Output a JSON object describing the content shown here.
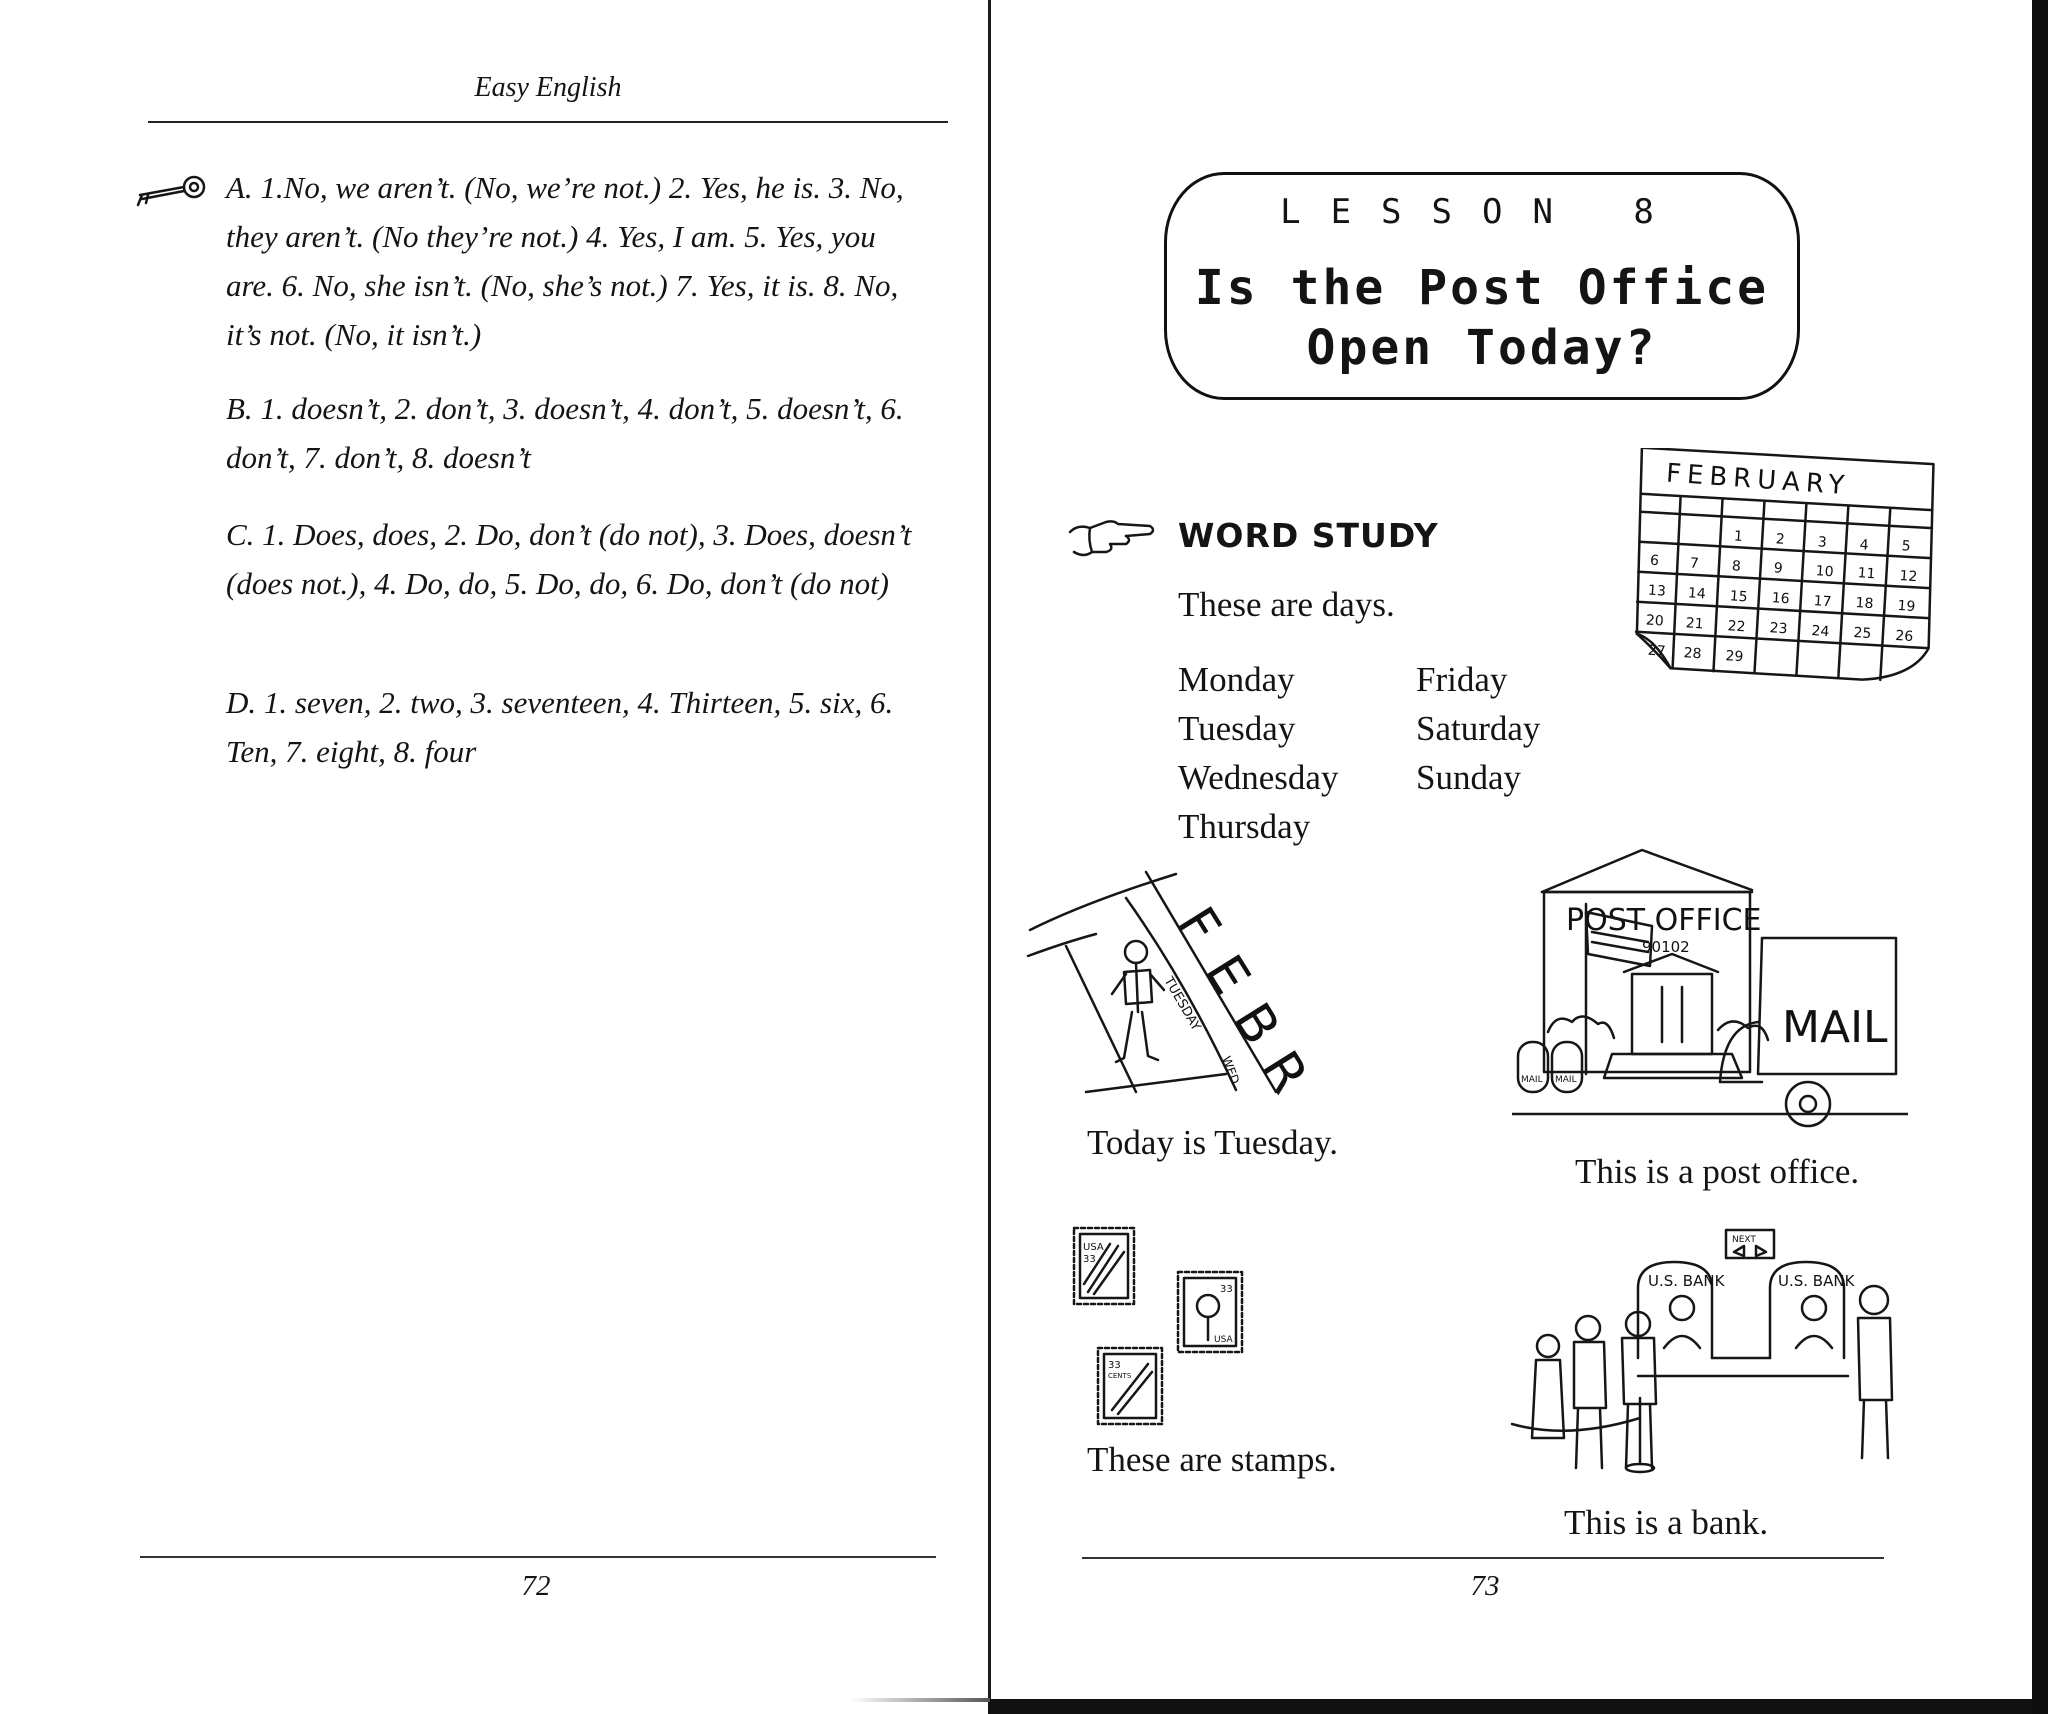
{
  "left_page": {
    "running_head": "Easy English",
    "key_icon": "key-icon",
    "answers": {
      "a": "A. 1.No, we aren’t. (No, we’re not.) 2. Yes, he is. 3. No, they aren’t. (No they’re not.) 4. Yes, I am. 5. Yes, you are. 6. No, she isn’t. (No, she’s not.) 7. Yes, it is. 8. No, it’s not. (No, it isn’t.)",
      "b": "B. 1. doesn’t, 2. don’t, 3. doesn’t, 4. don’t, 5. doesn’t, 6. don’t, 7. don’t, 8. doesn’t",
      "c": "C. 1. Does, does, 2. Do, don’t (do not), 3. Does, doesn’t (does not.), 4. Do, do, 5. Do, do, 6. Do, don’t (do not)",
      "d": "D. 1. seven, 2. two, 3. seventeen, 4. Thirteen, 5. six, 6. Ten, 7. eight, 8. four"
    },
    "page_number": "72"
  },
  "right_page": {
    "lesson_label": "LESSON 8",
    "lesson_title_line1": "Is the Post Office",
    "lesson_title_line2": "Open Today?",
    "hand_icon": "pointing-hand-icon",
    "section_heading": "WORD STUDY",
    "days_intro": "These are days.",
    "days_col1": [
      "Monday",
      "Tuesday",
      "Wednesday",
      "Thursday"
    ],
    "days_col2": [
      "Friday",
      "Saturday",
      "Sunday"
    ],
    "calendar": {
      "month": "FEBRUARY",
      "dates_row1": [
        "1",
        "2",
        "3",
        "4",
        "5"
      ],
      "dates_row2": [
        "6",
        "7",
        "8",
        "9",
        "10",
        "11",
        "12"
      ],
      "dates_row3": [
        "13",
        "14",
        "15",
        "16",
        "17",
        "18",
        "19"
      ],
      "dates_row4": [
        "20",
        "21",
        "22",
        "23",
        "24",
        "25",
        "26"
      ],
      "dates_row5": [
        "27",
        "28",
        "29"
      ]
    },
    "calendar_page": {
      "letters": [
        "F",
        "E",
        "B",
        "R"
      ],
      "day_tuesday": "TUESDAY",
      "day_wed": "WED"
    },
    "post_office": {
      "sign": "POST OFFICE",
      "zip": "90102",
      "truck": "MAIL",
      "mailbox": "MAIL"
    },
    "bank": {
      "sign_left": "U.S. BANK",
      "sign_right": "U.S. BANK",
      "next_sign": "NEXT"
    },
    "stamps": {
      "stamp1_country": "USA",
      "stamp1_value": "33",
      "stamp2_value": "33",
      "stamp2_country": "USA",
      "stamp3_value": "33",
      "stamp3_cents": "CENTS"
    },
    "captions": {
      "tuesday": "Today is Tuesday.",
      "post_office": "This is a post office.",
      "stamps": "These are stamps.",
      "bank": "This is a bank."
    },
    "page_number": "73"
  }
}
